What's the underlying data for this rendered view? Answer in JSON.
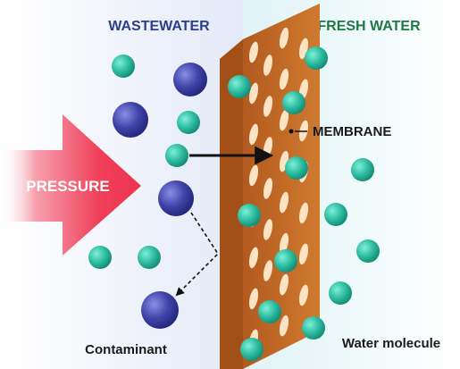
{
  "headings": {
    "left": "WASTEWATER",
    "right": "FRESH WATER"
  },
  "labels": {
    "pressure": "PRESSURE",
    "membrane": "MEMBRANE",
    "contaminant": "Contaminant",
    "water_molecule": "Water molecule"
  },
  "colors": {
    "left_heading": "#2b3f8f",
    "right_heading": "#1e7a45",
    "pressure_arrow": "#f0405a",
    "membrane": "#c56a26",
    "membrane_edge": "#e6902e",
    "water_molecule": "#2ebca0",
    "contaminant": "#3f43a8",
    "text": "#1a1a1a"
  },
  "icons": {
    "pressure": "right-arrow-icon",
    "passage": "right-arrow-icon",
    "blocked": "dashed-arrow-icon"
  }
}
